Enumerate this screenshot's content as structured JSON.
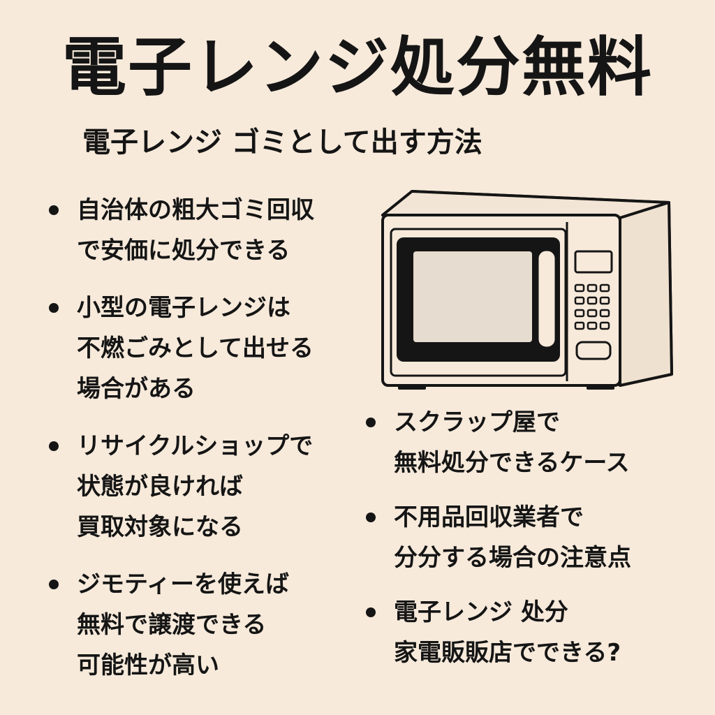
{
  "title": "電子レンジ処分無料",
  "subtitle": "電子レンジ ゴミとして出す方法",
  "illustration": {
    "icon": "microwave-icon",
    "line_color": "#151515",
    "background": "#f7eadb",
    "window_color": "#e6dccf"
  },
  "left_items": [
    "自治体の粗大ゴミ回収\nで安価に処分できる",
    "小型の電子レンジは\n不燃ごみとして出せる\n場合がある",
    "リサイクルショップで\n状態が良ければ\n買取対象になる",
    "ジモティーを使えば\n無料で譲渡できる\n可能性が高い"
  ],
  "right_items": [
    "スクラップ屋で\n無料処分できるケース",
    "不用品回収業者で\n分分する場合の注意点",
    "電子レンジ 处分\n家電販販店でできる?"
  ]
}
